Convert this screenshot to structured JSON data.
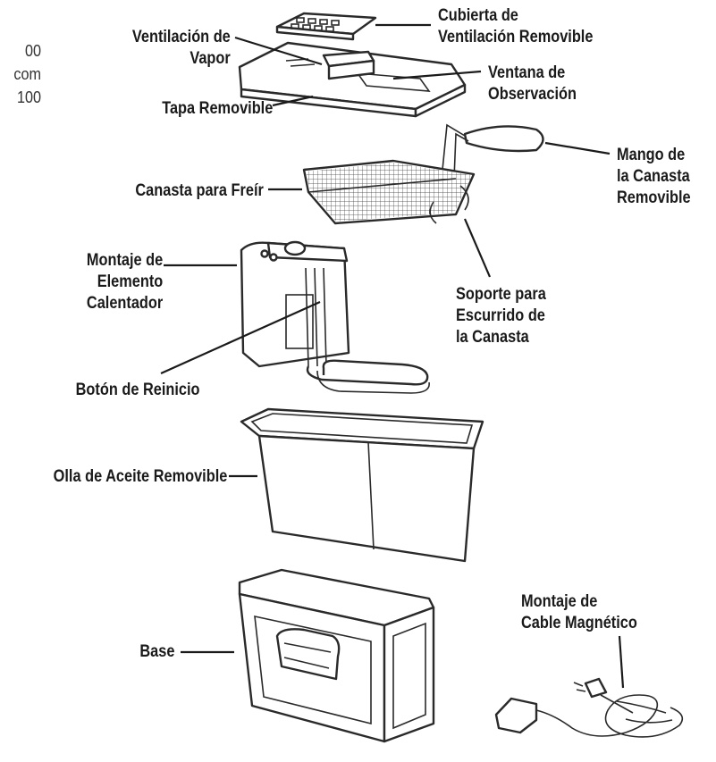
{
  "margin_text": {
    "lines": "00\ncom\n100"
  },
  "labels": {
    "vent_cover": "Cubierta de\nVentilación Removible",
    "steam_vent": "Ventilación de\nVapor",
    "window": "Ventana de\nObservación",
    "lid": "Tapa Removible",
    "handle": "Mango de\nla Canasta\nRemovible",
    "basket": "Canasta para Freír",
    "heating": "Montaje de\nElemento\nCalentador",
    "drain": "Soporte para\nEscurrido de\nla Canasta",
    "reset": "Botón de Reinicio",
    "oil_pot": "Olla de Aceite Removible",
    "cord": "Montaje de\nCable Magnético",
    "base": "Base"
  }
}
